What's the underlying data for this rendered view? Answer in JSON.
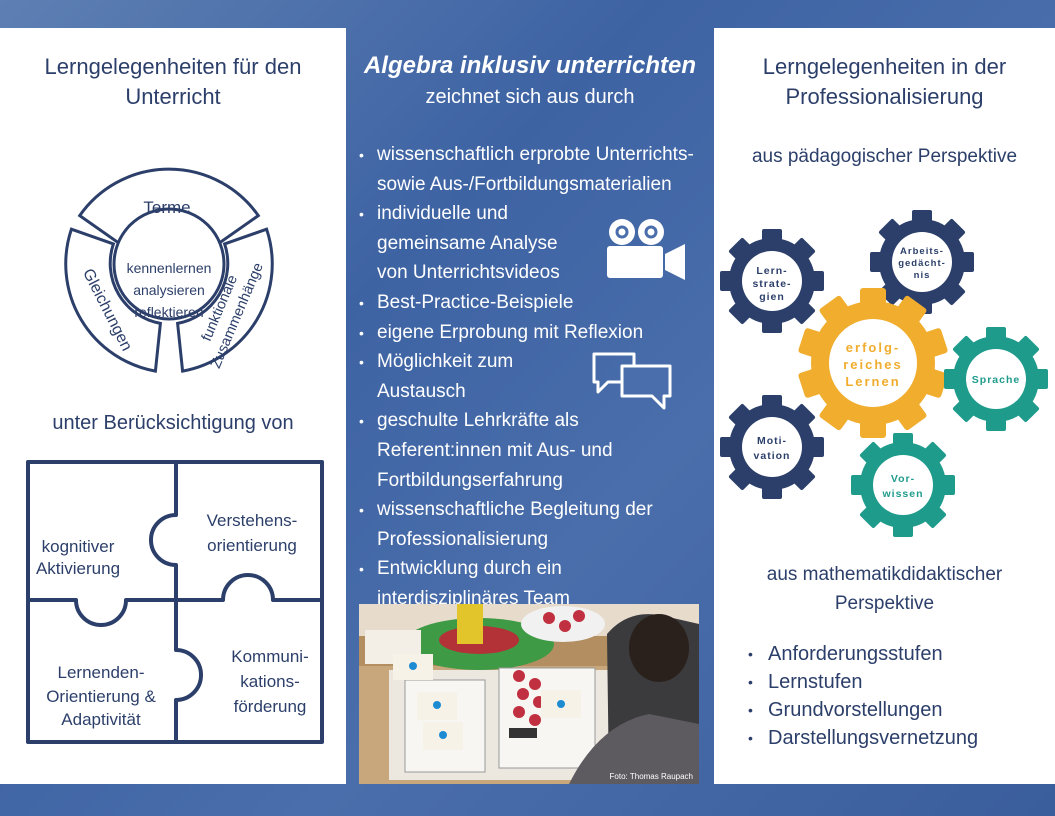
{
  "left": {
    "title_line1": "Lerngelegenheiten für den",
    "title_line2": "Unterricht",
    "cycle": {
      "top": "Terme",
      "left": "Gleichungen",
      "right_line1": "funktionale",
      "right_line2": "Zusammenhänge",
      "center_line1": "kennenlernen",
      "center_line2": "analysieren",
      "center_line3": "reflektieren"
    },
    "subtitle": "unter Berücksichtigung von",
    "puzzle": {
      "tl_line1": "kognitiver",
      "tl_line2": "Aktivierung",
      "tr_line1": "Verstehens-",
      "tr_line2": "orientierung",
      "bl_line1": "Lernenden-",
      "bl_line2": "Orientierung &",
      "bl_line3": "Adaptivität",
      "br_line1": "Kommuni-",
      "br_line2": "kations-",
      "br_line3": "förderung"
    }
  },
  "middle": {
    "title": "Algebra inklusiv unterrichten",
    "subtitle": "zeichnet sich aus durch",
    "bullets": [
      {
        "line1": "wissenschaftlich erprobte Unterrichts-",
        "line2": "sowie Aus-/Fortbildungsmaterialien"
      },
      {
        "line1": "individuelle und",
        "line2": "gemeinsame Analyse",
        "line3": "von Unterrichtsvideos"
      },
      {
        "line1": "Best-Practice-Beispiele"
      },
      {
        "line1": "eigene Erprobung mit Reflexion"
      },
      {
        "line1": "Möglichkeit zum",
        "line2": "Austausch"
      },
      {
        "line1": "geschulte Lehrkräfte als",
        "line2": "Referent:innen mit Aus- und",
        "line3": "Fortbildungserfahrung"
      },
      {
        "line1": "wissenschaftliche Begleitung der",
        "line2": "Professionalisierung"
      },
      {
        "line1": "Entwicklung durch ein",
        "line2": "interdisziplinäres Team"
      }
    ],
    "photo_credit": "Foto: Thomas Raupach"
  },
  "right": {
    "title_line1": "Lerngelegenheiten in der",
    "title_line2": "Professionalisierung",
    "perspective1": "aus pädagogischer Perspektive",
    "gears": {
      "lern_1": "Lern-",
      "lern_2": "strate-",
      "lern_3": "gien",
      "arb_1": "Arbeits-",
      "arb_2": "gedächt-",
      "arb_3": "nis",
      "center_1": "erfolg-",
      "center_2": "reiches",
      "center_3": "Lernen",
      "sprache": "Sprache",
      "moti_1": "Moti-",
      "moti_2": "vation",
      "vor_1": "Vor-",
      "vor_2": "wissen"
    },
    "perspective2_line1": "aus mathematikdidaktischer",
    "perspective2_line2": "Perspektive",
    "list": [
      "Anforderungsstufen",
      "Lernstufen",
      "Grundvorstellungen",
      "Darstellungsvernetzung"
    ]
  },
  "colors": {
    "navy": "#2c3f6a",
    "gold": "#f0ad2e",
    "teal": "#1f9b8c",
    "blue_bg": "#4a6eab"
  }
}
